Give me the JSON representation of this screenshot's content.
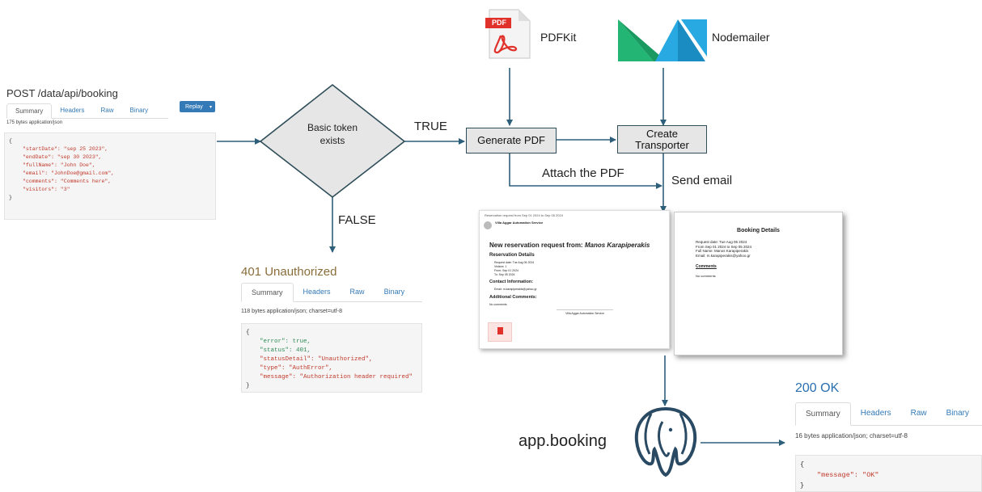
{
  "request": {
    "title": "POST /data/api/booking",
    "tabs": [
      "Summary",
      "Headers",
      "Raw",
      "Binary"
    ],
    "replay_label": "Replay",
    "meta": "175 bytes application/json",
    "body_lines": [
      "{",
      "\"startDate\": \"sep 25 2023\",",
      "\"endDate\": \"sep 30 2023\",",
      "\"fullName\": \"John Doe\",",
      "\"email\": \"JohnDoe@gmail.com\",",
      "\"comments\": \"Comments here\",",
      "\"visitors\": \"3\"",
      "}"
    ]
  },
  "decision": {
    "text": "Basic token exists",
    "true_label": "TRUE",
    "false_label": "FALSE"
  },
  "unauthorized": {
    "title": "401 Unauthorized",
    "tabs": [
      "Summary",
      "Headers",
      "Raw",
      "Binary"
    ],
    "meta": "118 bytes application/json; charset=utf-8",
    "lines": [
      "{",
      "\"error\": true,",
      "\"status\": 401,",
      "\"statusDetail\": \"Unauthorized\",",
      "\"type\": \"AuthError\",",
      "\"message\": \"Authorization header required\"",
      "}"
    ]
  },
  "pdfkit": {
    "label": "PDFKit",
    "icon_text": "PDF"
  },
  "nodemailer": {
    "label": "Nodemailer"
  },
  "generate_pdf": {
    "label": "Generate PDF"
  },
  "create_transporter": {
    "label": "Create Transporter"
  },
  "attach_label": "Attach the PDF",
  "send_label": "Send email",
  "email": {
    "subject": "Reservation request from Sep 01 2024 to Sep 05 2024",
    "sender": "Villa Aggar Automation Service",
    "heading_prefix": "New reservation request from:",
    "heading_name": "Manos Karapiperakis",
    "section_details": "Reservation Details",
    "details": [
      "Request date: Tue Aug 06 2024",
      "Visitors: 1",
      "From: Sep 01 2024",
      "To: Sep 05 2024"
    ],
    "section_contact": "Contact Information:",
    "contact": [
      "Email: m.karapiperakis@yahoo.gr"
    ],
    "section_comments": "Additional Comments:",
    "comments": "No comments",
    "footer": "Villa Aggar Automation Service"
  },
  "pdf_doc": {
    "title": "Booking Details",
    "lines": [
      "Request date: Tue Aug 06 2024",
      "From Sep 01 2024 to Sep 05 2024",
      "Full Name: Manos Karapiperakis",
      "Email: m.karapiperakis@yahoo.gr"
    ],
    "comments_heading": "Comments",
    "comments_text": "No comments"
  },
  "db": {
    "label": "app.booking"
  },
  "ok": {
    "title": "200 OK",
    "tabs": [
      "Summary",
      "Headers",
      "Raw",
      "Binary"
    ],
    "meta": "16 bytes application/json; charset=utf-8",
    "lines": [
      "{",
      "\"message\": \"OK\"",
      "}"
    ]
  },
  "colors": {
    "arrow": "#2e5f7a",
    "title_orange": "#8a6d3b",
    "title_blue": "#2a6fb0",
    "nodemailer_green": "#22b573",
    "nodemailer_blue": "#29a9e1"
  }
}
